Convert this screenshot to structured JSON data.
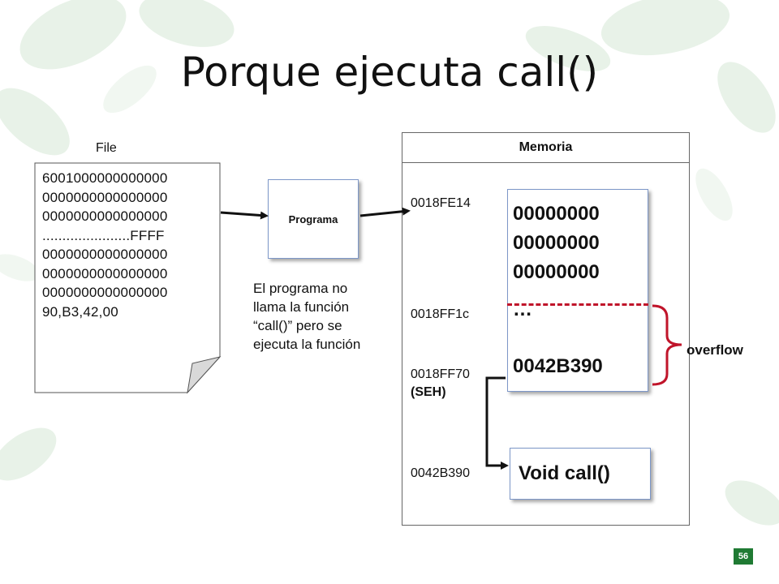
{
  "title": "Porque ejecuta call()",
  "file": {
    "label": "File",
    "lines": [
      "6001000000000000",
      "0000000000000000",
      "0000000000000000",
      "......................FFFF",
      "0000000000000000",
      "0000000000000000",
      "0000000000000000",
      "90,B3,42,00"
    ]
  },
  "programa": {
    "label": "Programa"
  },
  "note": {
    "text": "El programa no llama la función “call()” pero se ejecuta la función"
  },
  "memoria": {
    "header": "Memoria",
    "addresses": {
      "a1": "0018FE14",
      "a2": "0018FF1c",
      "a3": "0018FF70",
      "a3_sub": "(SEH)",
      "a4": "0042B390"
    },
    "stack_lines": [
      "00000000",
      "00000000",
      "00000000",
      "…",
      "0042B390"
    ],
    "call_box": "Void call()",
    "overflow_label": "overflow"
  },
  "colors": {
    "accent_green": "#1f7a33",
    "overflow_red": "#c0142a",
    "box_border": "#7d97c8"
  },
  "page_number": "56"
}
